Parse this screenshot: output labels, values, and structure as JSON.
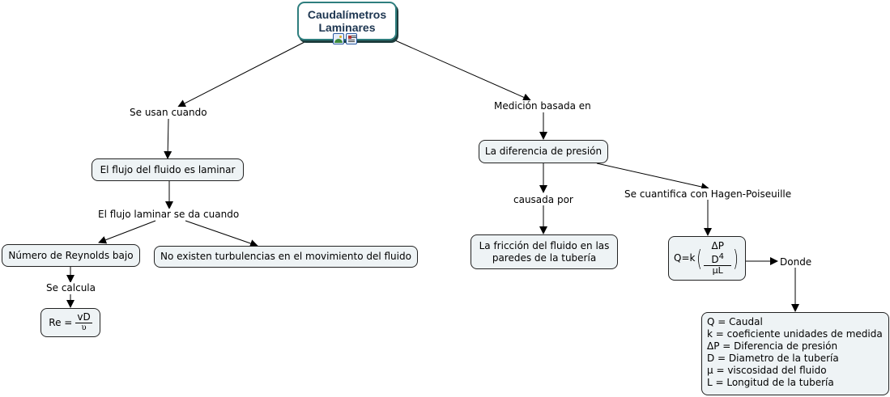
{
  "root": {
    "title_line1": "Caudalímetros",
    "title_line2": "Laminares",
    "icons": [
      "image-resource-icon",
      "document-resource-icon"
    ]
  },
  "link_labels": {
    "se_usan_cuando": "Se usan cuando",
    "medicion_basada_en": "Medición basada en",
    "flujo_laminar_se_da": "El flujo laminar se da cuando",
    "se_calcula": "Se calcula",
    "causada_por": "causada por",
    "se_cuantifica": "Se cuantifica con Hagen-Poiseuille",
    "donde": "Donde"
  },
  "nodes": {
    "flujo_laminar": "El flujo del fluido es laminar",
    "reynolds_bajo": "Número de Reynolds bajo",
    "no_turbulencias": "No existen turbulencias en el movimiento del fluido",
    "diferencia_presion": "La diferencia de presión",
    "friccion_line1": "La fricción del fluido en las",
    "friccion_line2": "paredes de la tubería"
  },
  "equations": {
    "reynolds": {
      "lhs": "Re =",
      "numerator": "vD",
      "denominator": "υ"
    },
    "hagen": {
      "lhs": "Q=k",
      "numerator": "ΔP D",
      "exponent": "4",
      "denominator": "μL"
    }
  },
  "legend": [
    "Q = Caudal",
    "k = coeficiente unidades de medida",
    "ΔP = Diferencia de presión",
    "D = Diametro de la tubería",
    "μ = viscosidad del fluido",
    "L = Longitud de la tubería"
  ]
}
